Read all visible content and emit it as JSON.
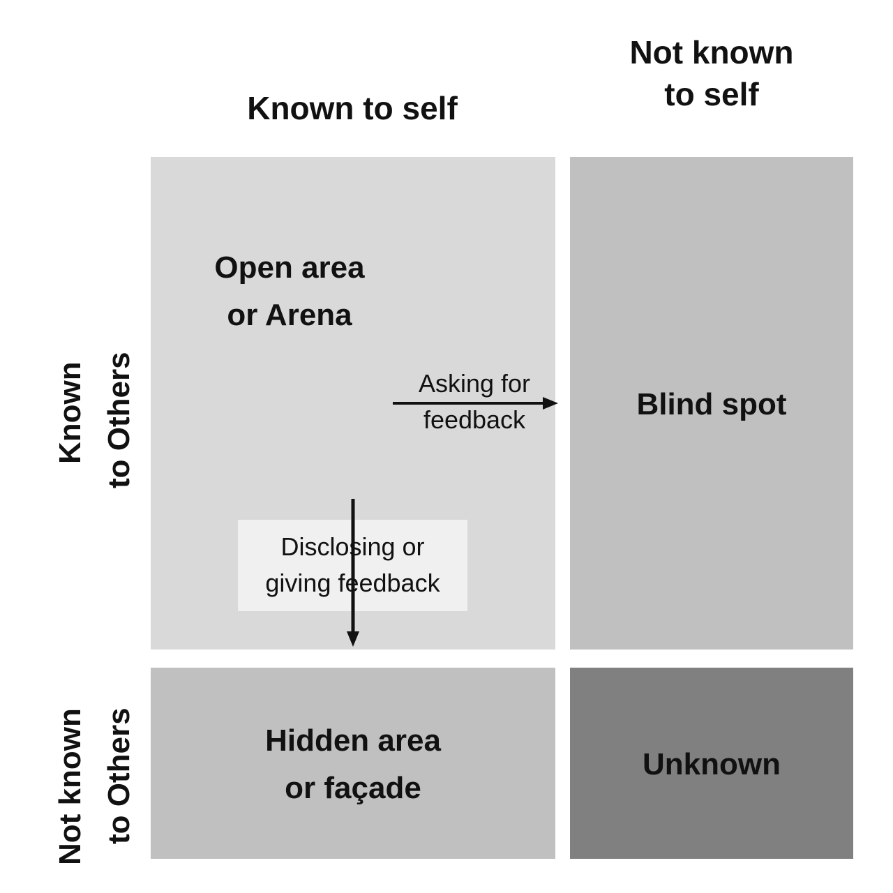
{
  "columns": {
    "known_to_self": "Known to self",
    "not_known_to_self": [
      "Not known",
      "to self"
    ]
  },
  "rows": {
    "known_to_others": [
      "Known",
      "to Others"
    ],
    "not_known_to_others": [
      "Not known",
      "to Others"
    ]
  },
  "quadrants": {
    "open": {
      "lines": [
        "Open area",
        "or Arena"
      ],
      "color": "#d9d9d9"
    },
    "blind": {
      "lines": [
        "Blind spot"
      ],
      "color": "#c0c0c0"
    },
    "hidden": {
      "lines": [
        "Hidden area",
        "or façade"
      ],
      "color": "#c0c0c0"
    },
    "unknown": {
      "lines": [
        "Unknown"
      ],
      "color": "#808080"
    }
  },
  "arrows": {
    "asking": [
      "Asking for",
      "feedback"
    ],
    "disclosing": [
      "Disclosing or",
      "giving feedback"
    ]
  }
}
